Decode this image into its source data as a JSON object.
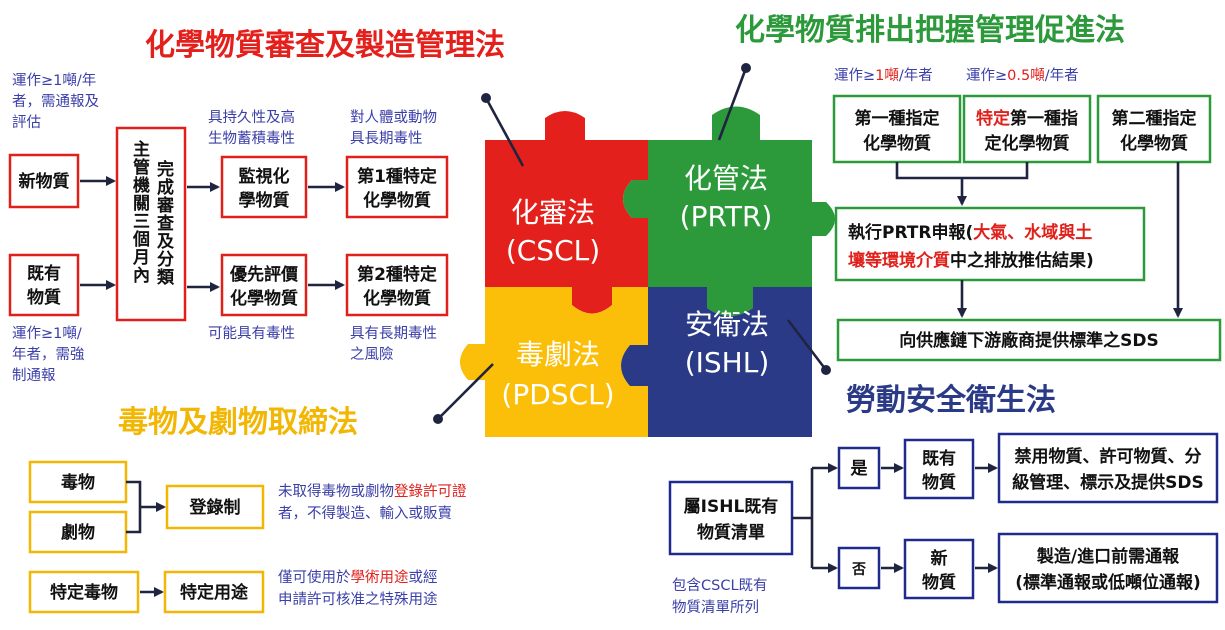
{
  "titles": {
    "cscl_law": "化學物質審查及製造管理法",
    "prtr_law": "化學物質排出把握管理促進法",
    "pdscl_law": "毒物及劇物取締法",
    "ishl_law": "勞動安全衛生法"
  },
  "puzzle": {
    "cscl_name": "化審法",
    "cscl_abbr": "(CSCL)",
    "prtr_name": "化管法",
    "prtr_abbr": "(PRTR)",
    "pdscl_name": "毒劇法",
    "pdscl_abbr": "(PDSCL)",
    "ishl_name": "安衛法",
    "ishl_abbr": "(ISHL)"
  },
  "cscl": {
    "note_new_1": "運作≥1噸/年",
    "note_new_2": "者，需通報及",
    "note_new_3": "評估",
    "new_substance": "新物質",
    "existing_1": "既有",
    "existing_2": "物質",
    "note_exist_1": "運作≥1噸/",
    "note_exist_2": "年者，需強",
    "note_exist_3": "制通報",
    "authority_col1": "主管機關三個月內",
    "authority_col2": "完成審查及分類",
    "note_persistent_1": "具持久性及高",
    "note_persistent_2": "生物蓄積毒性",
    "monitor_1": "監視化",
    "monitor_2": "學物質",
    "priority_1": "優先評價",
    "priority_2": "化學物質",
    "note_possible_toxic": "可能具有毒性",
    "note_longterm_1": "對人體或動物",
    "note_longterm_2": "具長期毒性",
    "class1_1": "第1種特定",
    "class1_2": "化學物質",
    "class2_1": "第2種特定",
    "class2_2": "化學物質",
    "note_risk_1": "具有長期毒性",
    "note_risk_2": "之風險"
  },
  "prtr": {
    "threshold_1_a": "運作≥",
    "threshold_1_b": "1噸",
    "threshold_1_c": "/年者",
    "threshold_2_a": "運作≥",
    "threshold_2_b": "0.5噸",
    "threshold_2_c": "/年者",
    "class1_1": "第一種指定",
    "class1_2": "化學物質",
    "specific_1_red": "特定",
    "specific_1_rest": "第一種指",
    "specific_2": "定化學物質",
    "class2_1": "第二種指定",
    "class2_2": "化學物質",
    "report_1_a": "執行PRTR申報(",
    "report_1_b": "大氣、水域與土",
    "report_2_a": "壤等環境介質",
    "report_2_b": "中之排放推估結果)",
    "sds": "向供應鏈下游廠商提供標準之SDS"
  },
  "pdscl": {
    "poison": "毒物",
    "deleterious": "劇物",
    "specific_poison": "特定毒物",
    "registration": "登錄制",
    "specific_use": "特定用途",
    "note_reg_1_a": "未取得毒物或劇物",
    "note_reg_1_b": "登錄許可證",
    "note_reg_2": "者，不得製造、輸入或販賣",
    "note_use_1_a": "僅可使用於",
    "note_use_1_b": "學術用途",
    "note_use_1_c": "或經",
    "note_use_2": "申請許可核准之特殊用途"
  },
  "ishl": {
    "list_1": "屬ISHL既有",
    "list_2": "物質清單",
    "note_list_1": "包含CSCL既有",
    "note_list_2": "物質清單所列",
    "yes": "是",
    "no": "否",
    "existing_1": "既有",
    "existing_2": "物質",
    "new_1": "新",
    "new_2": "物質",
    "result_yes_1": "禁用物質、許可物質、分",
    "result_yes_2": "級管理、標示及提供SDS",
    "result_no_1": "製造/進口前需通報",
    "result_no_2": "(標準通報或低噸位通報)"
  },
  "colors": {
    "cscl": "#e3201b",
    "prtr": "#2c9a3a",
    "pdscl": "#fbbf0a",
    "ishl": "#2a3a86"
  }
}
